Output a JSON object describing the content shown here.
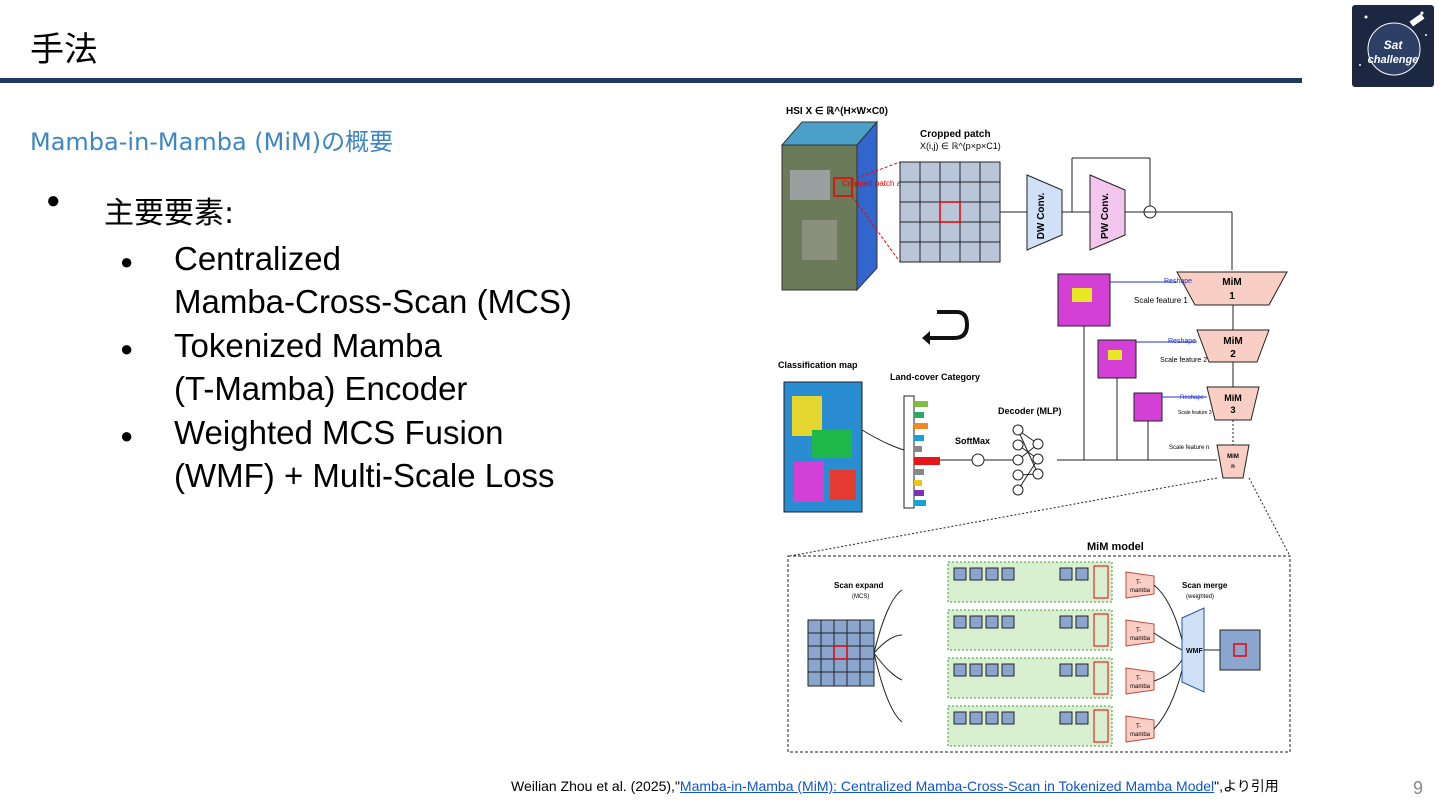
{
  "slide": {
    "title": "手法",
    "subtitle": "Mamba-in-Mamba (MiM)の概要",
    "bullet_main": "主要要素:",
    "sub_bullets": [
      {
        "line1": "Centralized",
        "line2": "Mamba-Cross-Scan (MCS)"
      },
      {
        "line1": "Tokenized Mamba",
        "line2": "(T-Mamba) Encoder"
      },
      {
        "line1": "Weighted MCS Fusion",
        "line2": "(WMF) + Multi-Scale Loss"
      }
    ],
    "page_number": "9"
  },
  "citation": {
    "prefix": "Weilian Zhou  et al. (2025),\"",
    "link_text": "Mamba-in-Mamba (MiM): Centralized Mamba-Cross-Scan in Tokenized Mamba Model",
    "suffix": "\",より引用"
  },
  "logo": {
    "text_line1": "Sat",
    "text_line2": "challenge"
  },
  "figure": {
    "hsi_label": "HSI X ∈ ℝ^(H×W×C0)",
    "cropped_label": "Cropped patch",
    "cropped_formula": "X(i,j) ∈ ℝ^(p×p×C1)",
    "cropped_red_text": "Cropped patch after PCA",
    "dw_label": "DW Conv.",
    "pw_label": "PW Conv.",
    "mim_blocks": [
      {
        "line1": "MiM",
        "line2": "1",
        "reshape": "Reshape",
        "scale": "Scale feature 1"
      },
      {
        "line1": "MiM",
        "line2": "2",
        "reshape": "Reshape",
        "scale": "Scale feature 2"
      },
      {
        "line1": "MiM",
        "line2": "3",
        "reshape": "Reshape",
        "scale": "Scale feature 3"
      },
      {
        "line1": "MiM",
        "line2": "n",
        "reshape": "",
        "scale": "Scale feature n"
      }
    ],
    "classification_label": "Classification map",
    "landcover_label": "Land-cover Category",
    "decoder_label": "Decoder (MLP)",
    "softmax_label": "SoftMax",
    "mim_model_label": "MiM model",
    "scan_expand_label": "Scan expand",
    "scan_expand_sub": "(MCS)",
    "scan_merge_label": "Scan merge",
    "scan_merge_sub": "(weighted)",
    "tmamba_label_1": "T-",
    "tmamba_label_2": "mamba",
    "wmf_label": "WMF",
    "colors": {
      "mim_fill": "#f9cfc5",
      "dw_fill": "#cfe0f7",
      "pw_fill": "#f3c6ee",
      "rule": "#1f3a5f",
      "accent": "#3d85c6",
      "link": "#1155cc"
    }
  }
}
